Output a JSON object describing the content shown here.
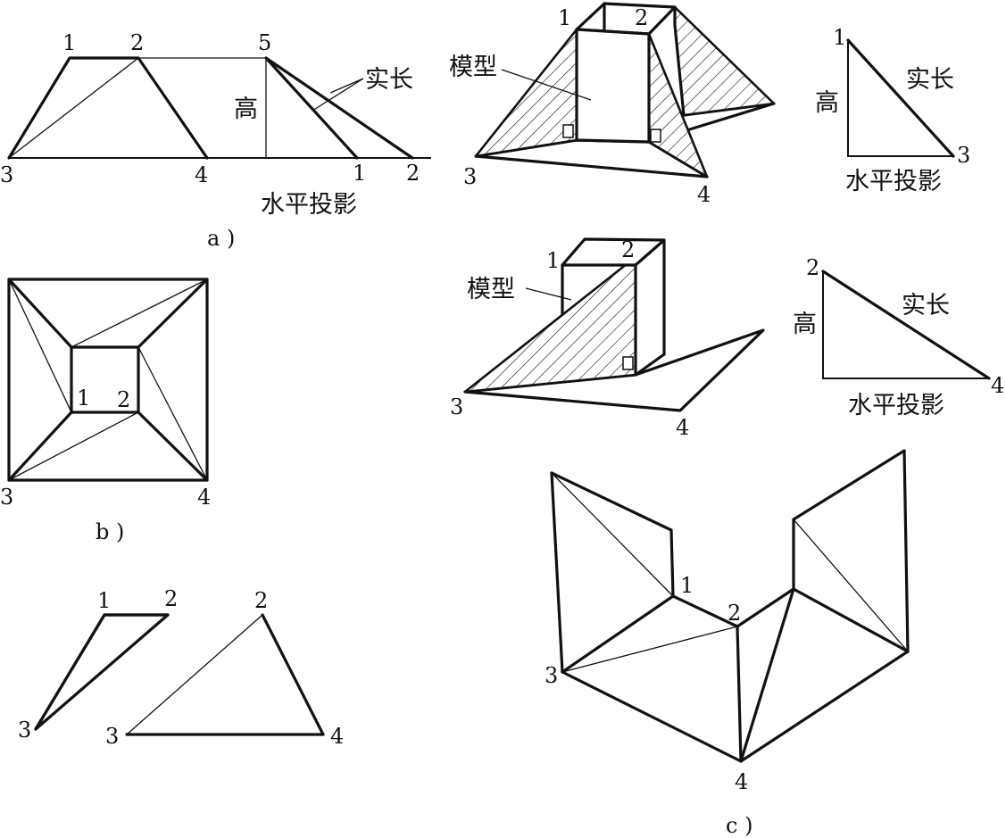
{
  "labels": {
    "p1": "1",
    "p2": "2",
    "p3": "3",
    "p4": "4",
    "p5": "5",
    "gao": "高",
    "shichang": "实长",
    "shuiping": "水平投影",
    "moxing": "模型"
  },
  "captions": {
    "a": "a )",
    "b": "b )",
    "c": "c )"
  },
  "colors": {
    "line": "#111111",
    "background": "#ffffff"
  }
}
